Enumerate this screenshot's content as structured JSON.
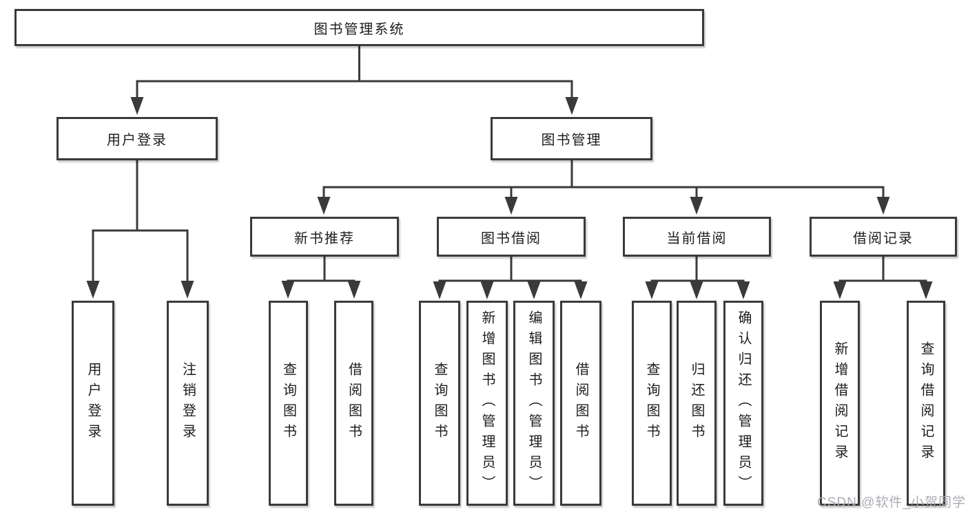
{
  "diagram": {
    "root": {
      "label": "图书管理系统"
    },
    "level2": [
      {
        "label": "用户登录",
        "children": [
          {
            "label": "用户登录"
          },
          {
            "label": "注销登录"
          }
        ]
      },
      {
        "label": "图书管理",
        "children": [
          {
            "label": "新书推荐",
            "children": [
              {
                "label": "查询图书"
              },
              {
                "label": "借阅图书"
              }
            ]
          },
          {
            "label": "图书借阅",
            "children": [
              {
                "label": "查询图书"
              },
              {
                "label": "新增图书（管理员）"
              },
              {
                "label": "编辑图书（管理员）"
              },
              {
                "label": "借阅图书"
              }
            ]
          },
          {
            "label": "当前借阅",
            "children": [
              {
                "label": "查询图书"
              },
              {
                "label": "归还图书"
              },
              {
                "label": "确认归还（管理员）"
              }
            ]
          },
          {
            "label": "借阅记录",
            "children": [
              {
                "label": "新增借阅记录"
              },
              {
                "label": "查询借阅记录"
              }
            ]
          }
        ]
      }
    ]
  },
  "watermark": {
    "text": "CSDN @软件_小贺同学"
  },
  "colors": {
    "line": "#3a3a3a",
    "box_border": "#3a3a3a",
    "text": "#1d1d1d",
    "watermark": "#a6a9ae",
    "background": "#ffffff"
  }
}
